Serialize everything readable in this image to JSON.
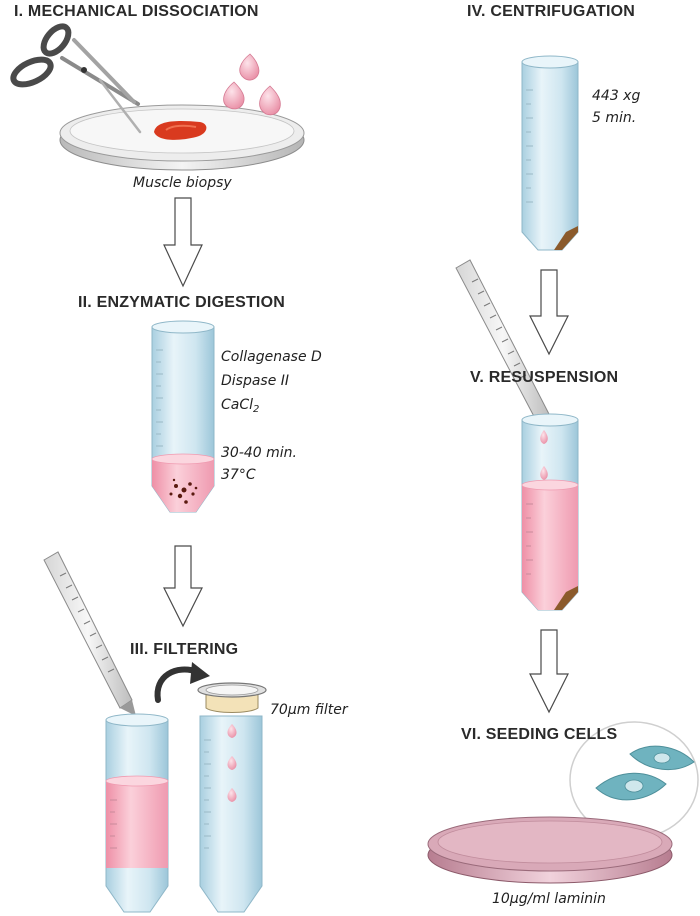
{
  "steps": {
    "s1": {
      "title": "I. MECHANICAL DISSOCIATION",
      "caption": "Muscle biopsy"
    },
    "s2": {
      "title": "II. ENZYMATIC DIGESTION",
      "reagent1": "Collagenase D",
      "reagent2": "Dispase II",
      "reagent3_base": "CaCl",
      "reagent3_sub": "2",
      "time": "30-40 min.",
      "temperature": "37°C"
    },
    "s3": {
      "title": "III. FILTERING",
      "filter_label": "70µm filter"
    },
    "s4": {
      "title": "IV. CENTRIFUGATION",
      "speed": "443 xg",
      "duration": "5 min."
    },
    "s5": {
      "title": "V. RESUSPENSION"
    },
    "s6": {
      "title": "VI. SEEDING CELLS",
      "coating": "10µg/ml laminin"
    }
  },
  "colors": {
    "tube_glass": "#cfe6f0",
    "medium_pink": "#f5b3c4",
    "pellet_brown": "#8b5a2b",
    "tissue_red": "#d93a1f",
    "cell_teal": "#6fb3bf",
    "dish_mauve": "#c98fa0"
  }
}
